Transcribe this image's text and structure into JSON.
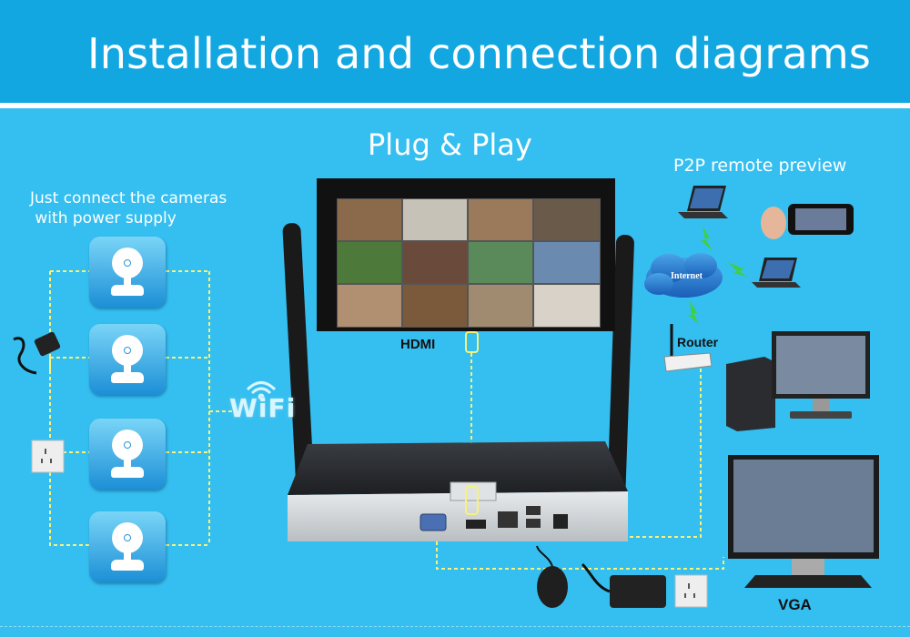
{
  "header": {
    "title": "Installation and connection diagrams"
  },
  "labels": {
    "plug_and_play": "Plug & Play",
    "p2p_remote_preview": "P2P  remote preview",
    "connect_line1": "Just connect the cameras",
    "connect_line2": " with power supply",
    "hdmi": "HDMI",
    "router": "Router",
    "vga": "VGA",
    "wifi": "WiFi",
    "internet": "Internet"
  },
  "colors": {
    "background": "#35bff0",
    "header": "#12a7e1",
    "connection_line": "#f6f27a",
    "camera_tile": "#1c8fd6"
  },
  "icons": {
    "cameras": [
      "camera-icon",
      "camera-icon",
      "camera-icon",
      "camera-icon"
    ],
    "other": [
      "power-adapter-icon",
      "wall-socket-icon",
      "wifi-icon",
      "laptop-icon",
      "smartphone-icon",
      "internet-cloud-icon",
      "router-icon",
      "desktop-pc-icon",
      "monitor-icon",
      "mouse-icon",
      "nvr-icon"
    ]
  }
}
